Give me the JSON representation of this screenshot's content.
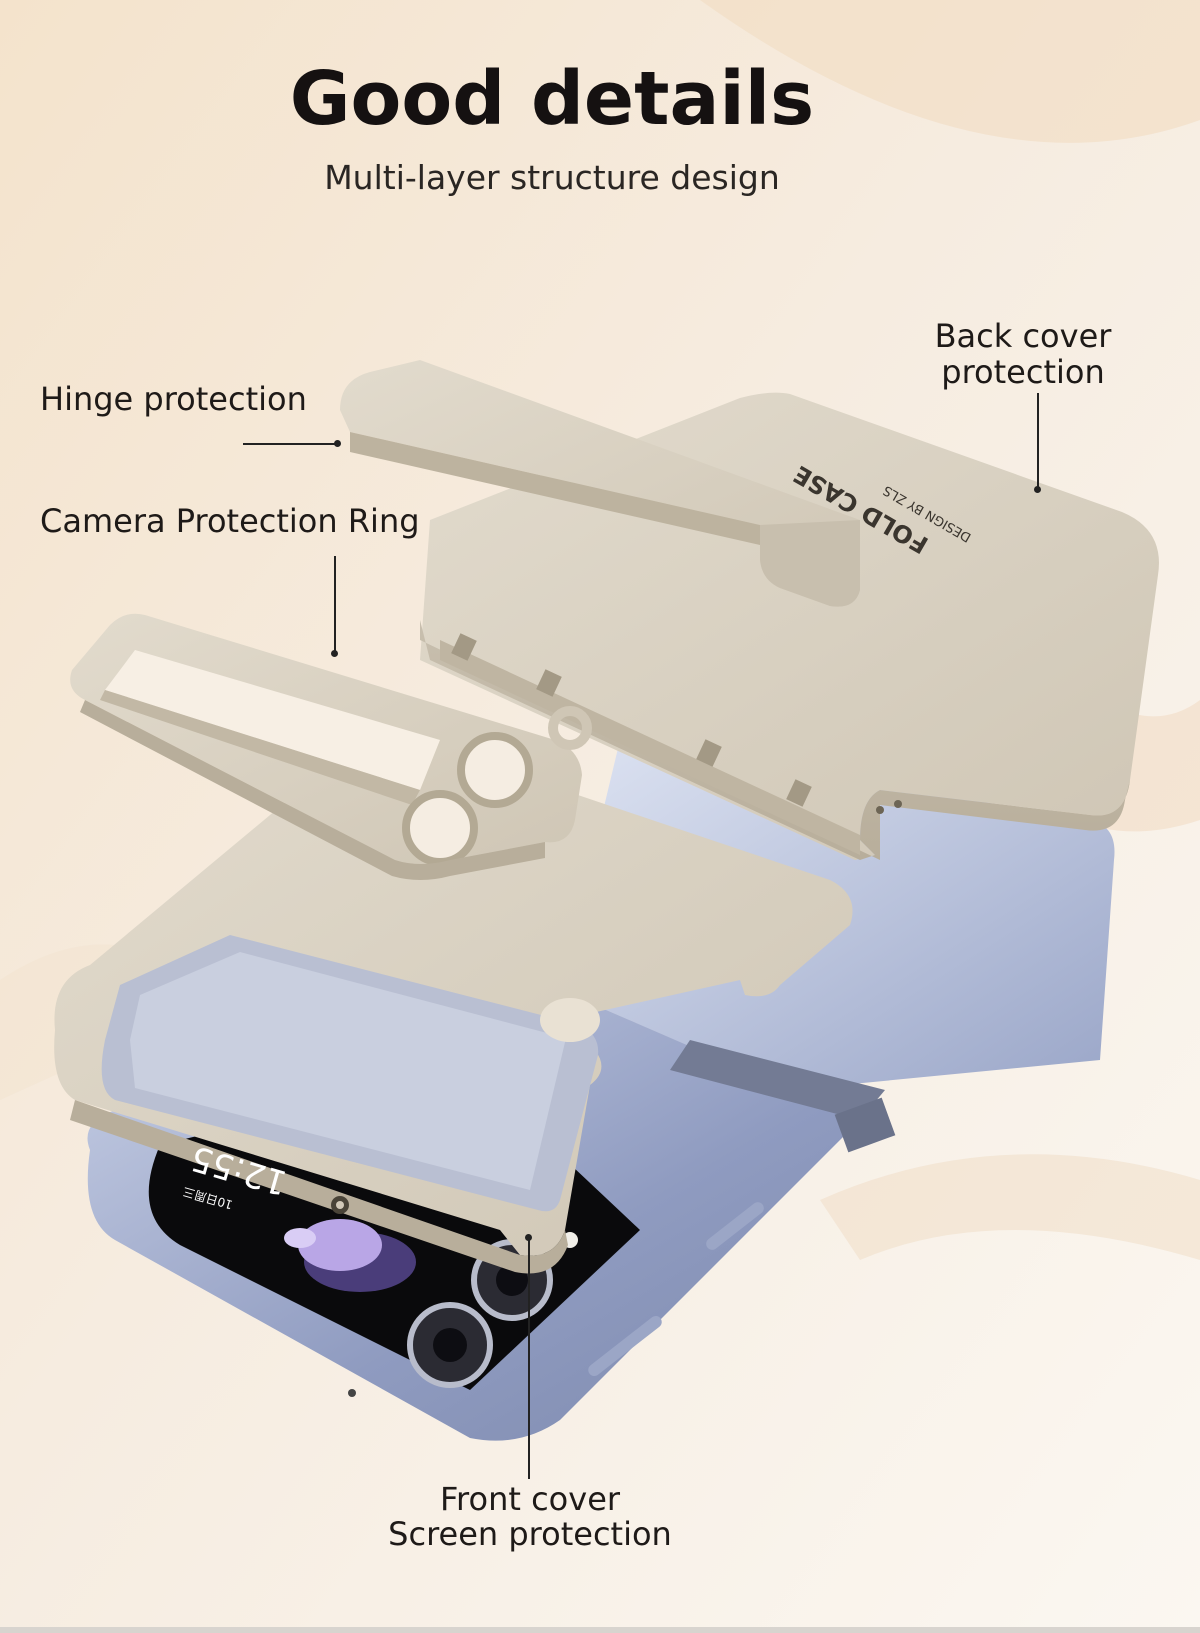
{
  "header": {
    "title": "Good details",
    "subtitle": "Multi-layer structure design"
  },
  "labels": {
    "hinge": "Hinge protection",
    "camera": "Camera Protection Ring",
    "back_line1": "Back cover",
    "back_line2": "protection",
    "front_line1": "Front cover",
    "front_line2": "Screen protection"
  },
  "case_print": {
    "brand": "FOLD CASE",
    "tagline": "DESIGN BY ZLS"
  },
  "phone_screen": {
    "time": "12:55",
    "date": "10日周三"
  },
  "colors": {
    "case": "#d9d1c2",
    "phone_body": "#a9b4d0",
    "background": "#f3e6d4"
  }
}
